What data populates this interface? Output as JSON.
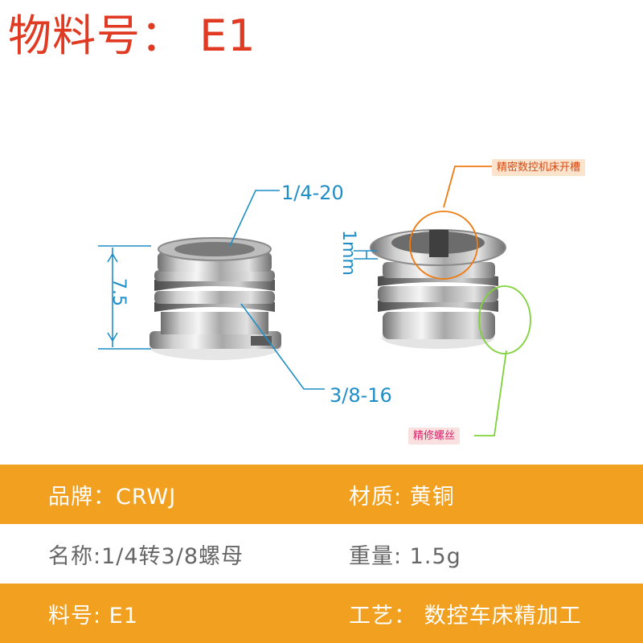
{
  "title": "物料号： E1",
  "dimensions": {
    "top_thread": "1/4-20",
    "bottom_thread": "3/8-16",
    "height": "7.5",
    "slot_width": "1mm"
  },
  "callouts": {
    "slot": "精密数控机床开槽",
    "thread": "精修螺丝"
  },
  "specs": {
    "row1": {
      "left": "品牌：CRWJ",
      "right": "材质: 黄铜"
    },
    "row2": {
      "left": "名称:1/4转3/8螺母",
      "right": "重量: 1.5g"
    },
    "row3": {
      "left": "料号: E1",
      "right": "工艺： 数控车床精加工"
    }
  },
  "colors": {
    "title": "#e03a22",
    "band": "#f2a020",
    "dimension": "#1f8ec7",
    "callout_orange": "#f07a10",
    "callout_green": "#7fd23a"
  }
}
